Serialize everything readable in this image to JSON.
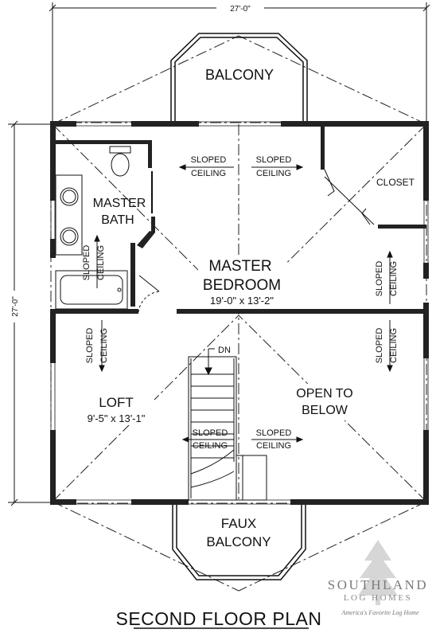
{
  "dimensions": {
    "top_width": "27'-0\"",
    "left_height": "27'-0\""
  },
  "rooms": {
    "balcony": "BALCONY",
    "master_bath": {
      "line1": "MASTER",
      "line2": "BATH"
    },
    "master_bedroom": {
      "line1": "MASTER",
      "line2": "BEDROOM",
      "size": "19'-0\" x 13'-2\""
    },
    "closet": "CLOSET",
    "loft": {
      "name": "LOFT",
      "size": "9'-5\" x 13'-1\""
    },
    "open_to_below": {
      "line1": "OPEN TO",
      "line2": "BELOW"
    },
    "faux_balcony": {
      "line1": "FAUX",
      "line2": "BALCONY"
    }
  },
  "ceiling_note": {
    "line1": "SLOPED",
    "line2": "CEILING"
  },
  "stair_label": "DN",
  "title": "SECOND FLOOR PLAN",
  "logo": {
    "brand": "SOUTHLAND",
    "sub": "LOG HOMES",
    "tagline": "America's Favorite Log Home"
  },
  "colors": {
    "line": "#111111",
    "logo": "#8a8a8a"
  }
}
